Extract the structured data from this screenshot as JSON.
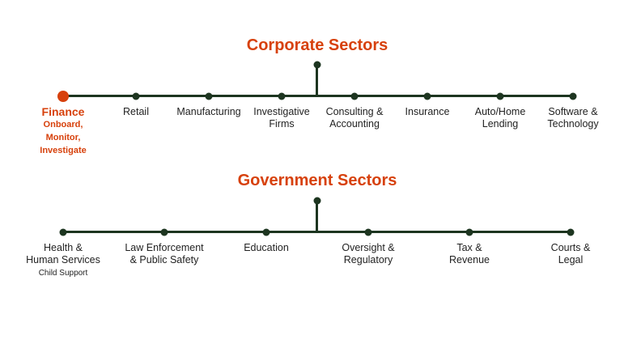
{
  "corporate": {
    "title": "Corporate Sectors",
    "items": [
      {
        "name": "Finance",
        "sub": "Onboard,\nMonitor,\nInvestigate",
        "highlight": true
      },
      {
        "name": "Retail"
      },
      {
        "name": "Manufacturing"
      },
      {
        "name": "Investigative\nFirms"
      },
      {
        "name": "Consulting &\nAccounting"
      },
      {
        "name": "Insurance"
      },
      {
        "name": "Auto/Home\nLending"
      },
      {
        "name": "Software &\nTechnology"
      }
    ]
  },
  "government": {
    "title": "Government Sectors",
    "items": [
      {
        "name": "Health &\nHuman Services",
        "sub": "Child Support"
      },
      {
        "name": "Law Enforcement\n& Public Safety"
      },
      {
        "name": "Education"
      },
      {
        "name": "Oversight &\nRegulatory"
      },
      {
        "name": "Tax &\nRevenue"
      },
      {
        "name": "Courts &\nLegal"
      }
    ]
  },
  "colors": {
    "accent": "#d7410c",
    "line": "#1d3520"
  }
}
